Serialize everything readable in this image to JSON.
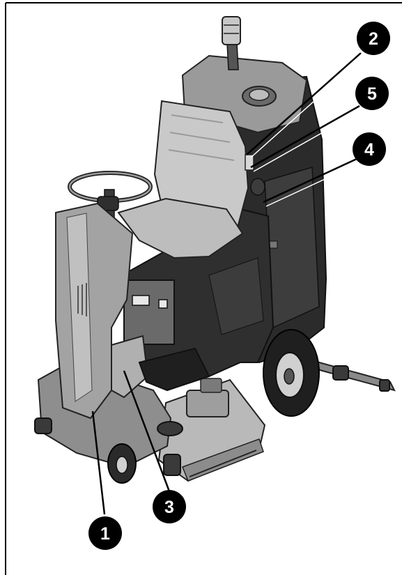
{
  "figure": {
    "description_visible_text": "",
    "callouts": [
      {
        "id": "1",
        "label": "1"
      },
      {
        "id": "2",
        "label": "2"
      },
      {
        "id": "3",
        "label": "3"
      },
      {
        "id": "4",
        "label": "4"
      },
      {
        "id": "5",
        "label": "5"
      }
    ],
    "colors": {
      "frame": "#000000",
      "callout_fill": "#000000",
      "callout_text": "#ffffff",
      "machine_dark": "#2b2b2b",
      "machine_mid": "#5a5a5a",
      "machine_light": "#c9c9c9"
    }
  }
}
